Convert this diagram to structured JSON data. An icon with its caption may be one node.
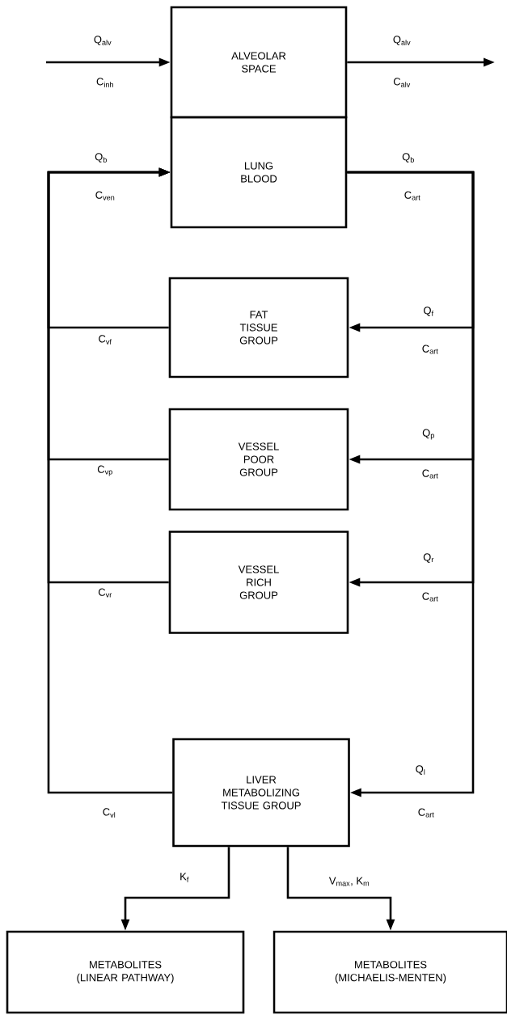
{
  "diagram": {
    "nodes": [
      {
        "text": [
          "ALVEOLAR SPACE"
        ]
      },
      {
        "text": [
          "LUNG BLOOD"
        ]
      },
      {
        "text": [
          "FAT TISSUE GROUP"
        ]
      },
      {
        "text": [
          "VESSEL POOR GROUP"
        ]
      },
      {
        "text": [
          "VESSEL RICH GROUP"
        ]
      },
      {
        "text": [
          "LIVER METABOLIZING TISSUE GROUP"
        ]
      },
      {
        "text": [
          "METABOLITES (LINEAR PATHWAY)"
        ]
      },
      {
        "text": [
          "METABOLITES (MICHAELIS-MENTEN)"
        ]
      }
    ],
    "edges": [
      {
        "from": null,
        "to": 0,
        "arrow": "to"
      },
      {
        "from": 0,
        "to": null,
        "arrow": "to"
      },
      {
        "from": 1,
        "to": 2,
        "arrow": "to"
      },
      {
        "from": 1,
        "to": 3,
        "arrow": "to"
      },
      {
        "from": 1,
        "to": 4,
        "arrow": "to"
      },
      {
        "from": 1,
        "to": 5,
        "arrow": "to"
      },
      {
        "from": 2,
        "to": 1,
        "arrow": "to"
      },
      {
        "from": 3,
        "to": 1,
        "arrow": "to"
      },
      {
        "from": 4,
        "to": 1,
        "arrow": "to"
      },
      {
        "from": 5,
        "to": 1,
        "arrow": "to"
      },
      {
        "from": 5,
        "to": 6,
        "arrow": "to",
        "label": "K$_{f}$"
      },
      {
        "from": 5,
        "to": 7,
        "arrow": "to",
        "label": "V$_{max}$, K$_{m}$"
      }
    ],
    "labels": [
      "Q$_{alv}$",
      "Q$_{alv}$",
      "C$_{inh}$",
      "C$_{alv}$",
      "Q$_{b}$",
      "Q$_{b}$",
      "C$_{ven}$",
      "C$_{art}$",
      "Q$_{f}$",
      "C$_{vf}$",
      "C$_{art}$",
      "Q$_{p}$",
      "C$_{vp}$",
      "C$_{art}$",
      "Q$_{r}$",
      "C$_{vr}$",
      "C$_{art}$",
      "Q$_{l}$",
      "C$_{vl}$",
      "C$_{art}$"
    ]
  }
}
